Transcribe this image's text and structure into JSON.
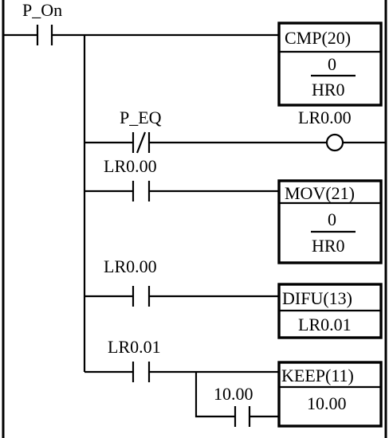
{
  "diagram": {
    "type": "ladder-logic",
    "rungs": [
      {
        "contact": {
          "label": "P_On",
          "kind": "normally-open"
        },
        "instruction": {
          "name": "CMP(20)",
          "operand_top": "0",
          "operand_bottom": "HR0"
        }
      },
      {
        "contact": {
          "label": "P_EQ",
          "kind": "normally-closed"
        },
        "coil": {
          "label": "LR0.00"
        }
      },
      {
        "contact": {
          "label": "LR0.00",
          "kind": "normally-open"
        },
        "instruction": {
          "name": "MOV(21)",
          "operand_top": "0",
          "operand_bottom": "HR0"
        }
      },
      {
        "contact": {
          "label": "LR0.00",
          "kind": "normally-open"
        },
        "instruction": {
          "name": "DIFU(13)",
          "operand": "LR0.01"
        }
      },
      {
        "contact": {
          "label": "LR0.01",
          "kind": "normally-open"
        },
        "reset_contact": {
          "label": "10.00",
          "kind": "normally-open"
        },
        "instruction": {
          "name": "KEEP(11)",
          "operand": "10.00"
        }
      }
    ]
  }
}
